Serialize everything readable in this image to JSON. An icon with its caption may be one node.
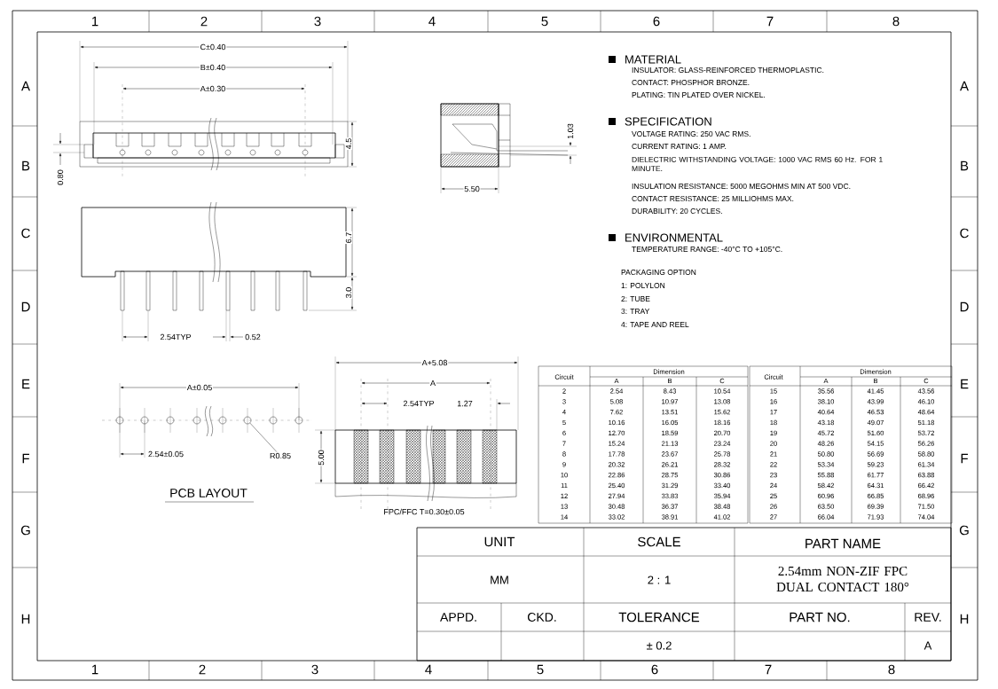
{
  "diagram": {
    "nodes": [
      {
        "text": [
          "R0.85"
        ]
      },
      {
        "text": [],
        "shape": "circle"
      }
    ],
    "edges": [
      {
        "from": 0,
        "to": 1,
        "arrow": "none"
      }
    ],
    "labels": [
      "1",
      "2",
      "3",
      "4",
      "5",
      "6",
      "7",
      "8",
      "A",
      "B",
      "C",
      "D",
      "E",
      "F",
      "G",
      "H",
      "A",
      "B",
      "C",
      "D",
      "E",
      "F",
      "G",
      "H",
      "C±0.40",
      "B±0.40",
      "A±0.30",
      "4.5",
      "0.80",
      "6.7",
      "3.0",
      "2.54TYP",
      "0.52",
      "1.03",
      "5.50",
      "MATERIAL",
      "INSULATOR: GLASS-REINFORCED THERMOPLASTIC.",
      "CONTACT: PHOSPHOR BRONZE.",
      "PLATING: TIN PLATED OVER NICKEL.",
      "SPECIFICATION",
      "VOLTAGE RATING: 250 VAC RMS.",
      "CURRENT RATING: 1 AMP.",
      "DIELECTRIC WITHSTANDING VOLTAGE: 1000 VAC RMS 60 Hz. FOR 1 MINUTE.",
      "INSULATION RESISTANCE: 5000 MEGOHMS MIN AT 500 VDC.",
      "CONTACT RESISTANCE: 25 MILLIOHMS MAX.",
      "DURABILITY: 20 CYCLES.",
      "ENVIRONMENTAL",
      "TEMPERATURE RANGE: -40°C TO +105°C.",
      "PACKAGING OPTION",
      "1: POLYLON",
      "2: TUBE",
      "3: TRAY",
      "4: TAPE AND REEL",
      "A±0.05",
      "2.54±0.05",
      "PCB LAYOUT",
      "A+5.08",
      "A",
      "2.54TYP",
      "1.27",
      "5.00",
      "FPC/FFC T=0.30±0.05",
      "Circuit",
      "Dimension",
      "A",
      "B",
      "C",
      "2",
      "2.54",
      "8.43",
      "10.54",
      "3",
      "5.08",
      "10.97",
      "13.08",
      "4",
      "7.62",
      "13.51",
      "15.62",
      "5",
      "10.16",
      "16.05",
      "18.16",
      "6",
      "12.70",
      "18.59",
      "20.70",
      "7",
      "15.24",
      "21.13",
      "23.24",
      "8",
      "17.78",
      "23.67",
      "25.78",
      "9",
      "20.32",
      "26.21",
      "28.32",
      "10",
      "22.86",
      "28.75",
      "30.86",
      "11",
      "25.40",
      "31.29",
      "33.40",
      "12",
      "27.94",
      "33.83",
      "35.94",
      "13",
      "30.48",
      "36.37",
      "38.48",
      "14",
      "33.02",
      "38.91",
      "41.02",
      "Circuit",
      "Dimension",
      "A",
      "B",
      "C",
      "15",
      "35.56",
      "41.45",
      "43.56",
      "16",
      "38.10",
      "43.99",
      "46.10",
      "17",
      "40.64",
      "46.53",
      "48.64",
      "18",
      "43.18",
      "49.07",
      "51.18",
      "19",
      "45.72",
      "51.60",
      "53.72",
      "20",
      "48.26",
      "54.15",
      "56.26",
      "21",
      "50.80",
      "56.69",
      "58.80",
      "22",
      "53.34",
      "59.23",
      "61.34",
      "23",
      "55.88",
      "61.77",
      "63.88",
      "24",
      "58.42",
      "64.31",
      "66.42",
      "25",
      "60.96",
      "66.85",
      "68.96",
      "26",
      "63.50",
      "69.39",
      "71.50",
      "27",
      "66.04",
      "71.93",
      "74.04",
      "UNIT",
      "SCALE",
      "PART NAME",
      "MM",
      "2 : 1",
      "2.54mm NON-ZIF FPC DUAL CONTACT 180°",
      "APPD.",
      "CKD.",
      "TOLERANCE",
      "PART NO.",
      "REV.",
      "± 0.2",
      "A",
      "1",
      "2",
      "3",
      "4",
      "5",
      "6",
      "7",
      "8"
    ]
  }
}
